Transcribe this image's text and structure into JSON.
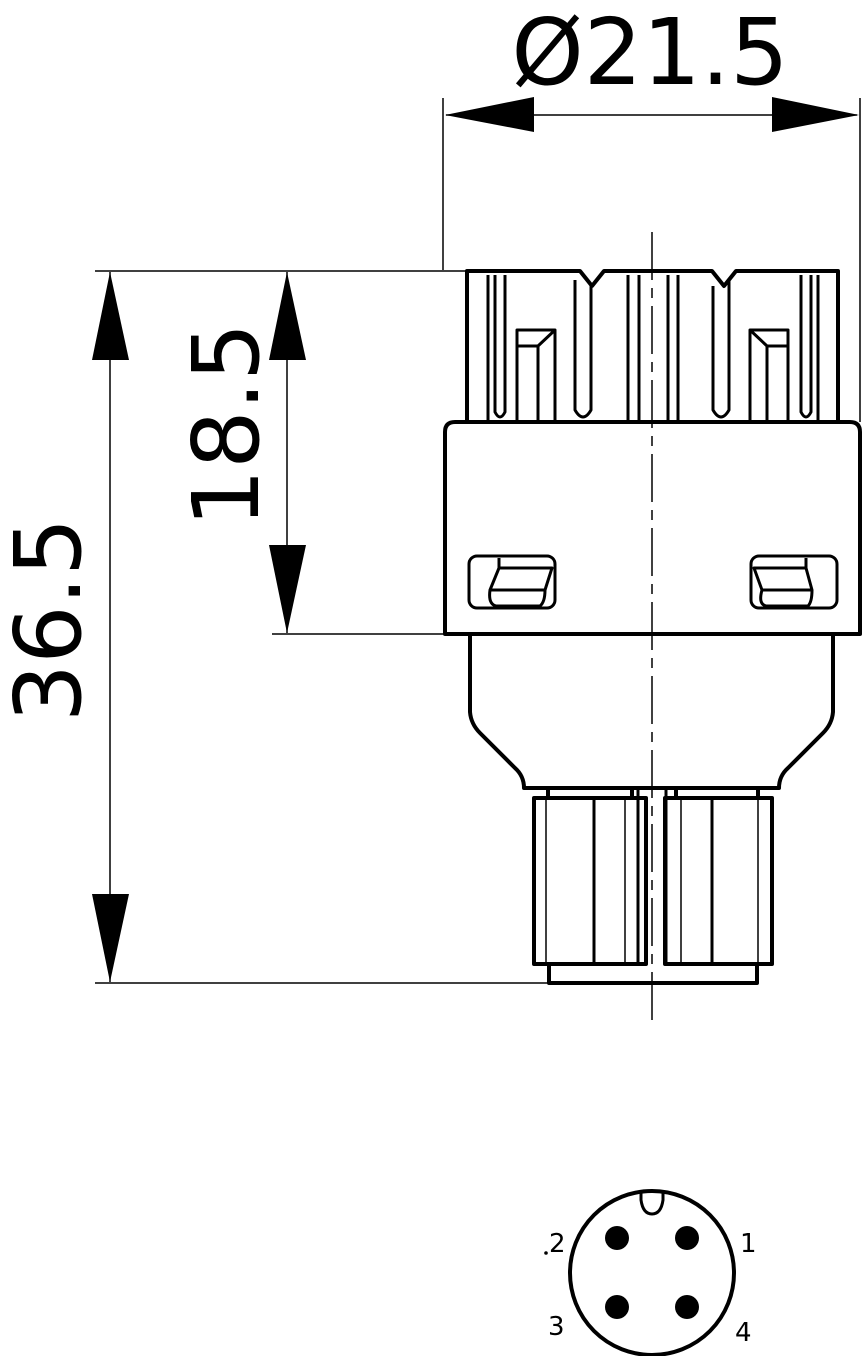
{
  "drawing": {
    "subject": "M12 4-pin connector, side view with pin layout",
    "colors": {
      "line": "#000000",
      "background": "#ffffff"
    },
    "dimensions": {
      "diameter": {
        "label": "Ø21.5",
        "value": 21.5,
        "symbol": "Ø",
        "unit": "mm"
      },
      "overall_length": {
        "label": "36.5",
        "value": 36.5,
        "unit": "mm"
      },
      "upper_length": {
        "label": "18.5",
        "value": 18.5,
        "unit": "mm"
      }
    },
    "pin_layout": {
      "pins": [
        {
          "number": "1",
          "position": "top-right"
        },
        {
          "number": "2",
          "position": "top-left"
        },
        {
          "number": "3",
          "position": "bottom-left"
        },
        {
          "number": "4",
          "position": "bottom-right"
        }
      ],
      "key_notch": "top"
    }
  }
}
